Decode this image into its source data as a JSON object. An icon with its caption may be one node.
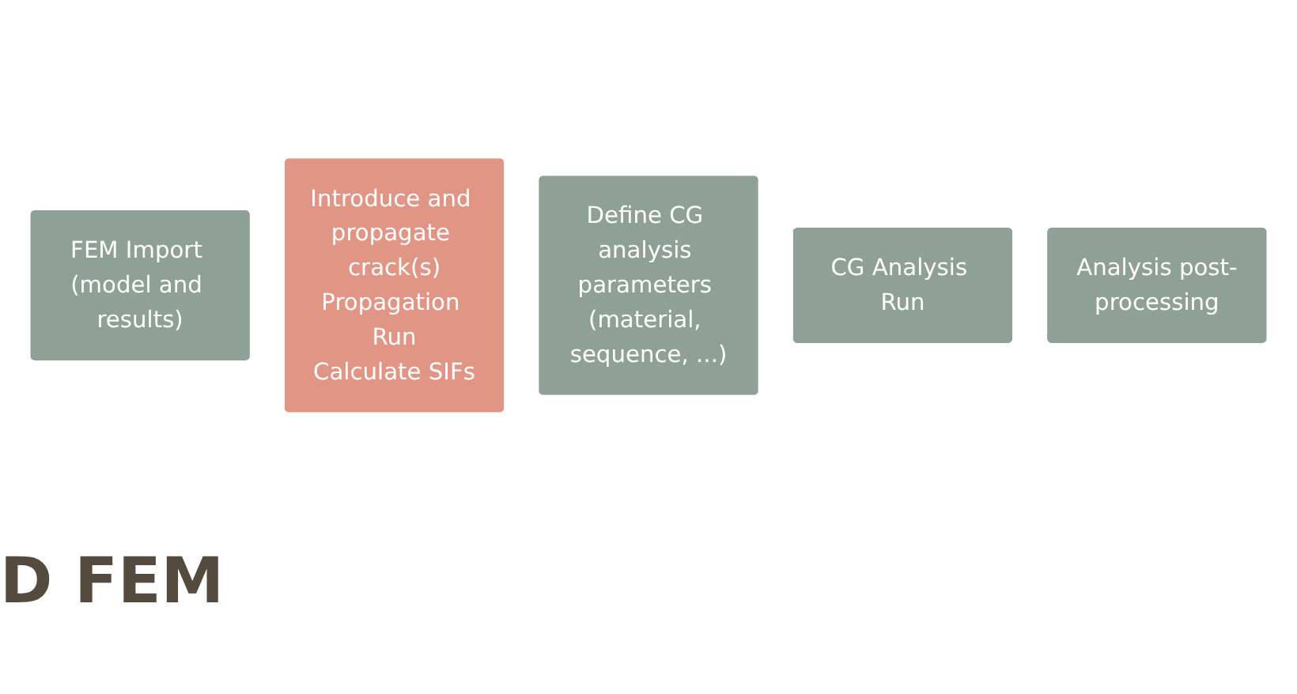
{
  "diagram": {
    "nodes": [
      {
        "text": [
          "FEM Import (model and results)"
        ]
      },
      {
        "text": [
          "Introduce and propagate crack(s)",
          "Propagation Run",
          "Calculate SIFs"
        ]
      },
      {
        "text": [
          "Define CG analysis parameters (material, sequence, ...)"
        ]
      },
      {
        "text": [
          "CG Analysis Run"
        ]
      },
      {
        "text": [
          "Analysis post-processing"
        ]
      }
    ],
    "edges": [],
    "labels": [
      "D FEM"
    ]
  }
}
